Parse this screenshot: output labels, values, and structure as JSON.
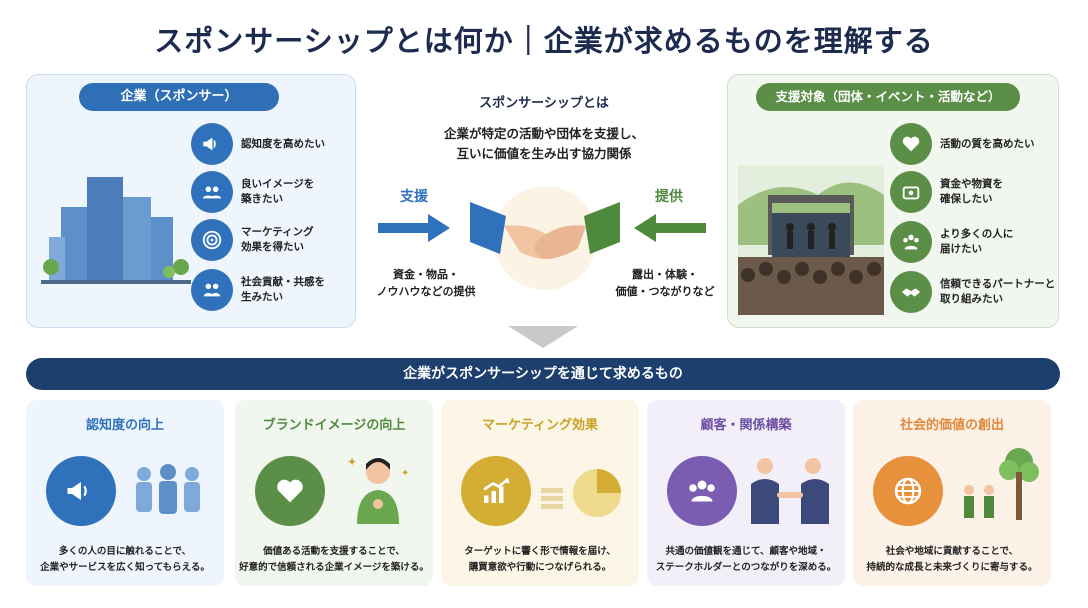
{
  "title": "スポンサーシップとは何か｜企業が求めるものを理解する",
  "left_panel": {
    "pill": "企業（スポンサー）",
    "items": [
      {
        "label": "認知度を高めたい",
        "icon": "megaphone-icon"
      },
      {
        "label": "良いイメージを\n築きたい",
        "icon": "people-icon"
      },
      {
        "label": "マーケティング\n効果を得たい",
        "icon": "target-icon"
      },
      {
        "label": "社会貢献・共感を\n生みたい",
        "icon": "community-icon"
      }
    ]
  },
  "center": {
    "heading": "スポンサーシップとは",
    "description": "企業が特定の活動や団体を支援し、\n互いに価値を生み出す協力関係",
    "support_label": "支援",
    "provide_label": "提供",
    "support_sub": "資金・物品・\nノウハウなどの提供",
    "provide_sub": "露出・体験・\n価値・つながりなど"
  },
  "right_panel": {
    "pill": "支援対象（団体・イベント・活動など）",
    "items": [
      {
        "label": "活動の質を高めたい",
        "icon": "heart-icon"
      },
      {
        "label": "資金や物資を\n確保したい",
        "icon": "money-icon"
      },
      {
        "label": "より多くの人に\n届けたい",
        "icon": "group-icon"
      },
      {
        "label": "信頼できるパートナーと\n取り組みたい",
        "icon": "handshake-icon"
      }
    ]
  },
  "banner": "企業がスポンサーシップを通じて求めるもの",
  "cards": [
    {
      "title": "認知度の向上",
      "desc": "多くの人の目に触れることで、\n企業やサービスを広く知ってもらえる。",
      "color": "#2f72bb",
      "bg": "#eef5fc"
    },
    {
      "title": "ブランドイメージの向上",
      "desc": "価値ある活動を支援することで、\n好意的で信頼される企業イメージを築ける。",
      "color": "#4f8a3c",
      "bg": "#f1f6ee"
    },
    {
      "title": "マーケティング効果",
      "desc": "ターゲットに響く形で情報を届け、\n購買意欲や行動につなげられる。",
      "color": "#c9a227",
      "bg": "#fbf6e6"
    },
    {
      "title": "顧客・関係構築",
      "desc": "共通の価値観を通じて、顧客や地域・\nステークホルダーとのつながりを深める。",
      "color": "#6c4fa3",
      "bg": "#f3eff9"
    },
    {
      "title": "社会的価値の創出",
      "desc": "社会や地域に貢献することで、\n持続的な成長と未来づくりに寄与する。",
      "color": "#e0873a",
      "bg": "#fdf2e8"
    }
  ]
}
